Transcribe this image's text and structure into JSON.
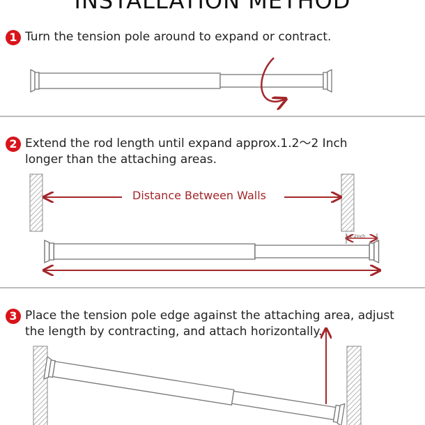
{
  "title": "INSTALLATION METHOD",
  "steps": [
    {
      "number": "1",
      "text": "Turn the tension pole around to expand or contract."
    },
    {
      "number": "2",
      "text": "Extend the rod length until expand approx.1.2～2 Inch longer than the attaching areas."
    },
    {
      "number": "3",
      "text": "Place the tension pole edge against the attaching area, adjust the length by contracting, and attach horizontally."
    }
  ],
  "labels": {
    "distance": "Distance Between Walls",
    "extra": "1.2-2inch"
  },
  "colors": {
    "accent": "#a3262a",
    "badge": "#d8141a"
  }
}
